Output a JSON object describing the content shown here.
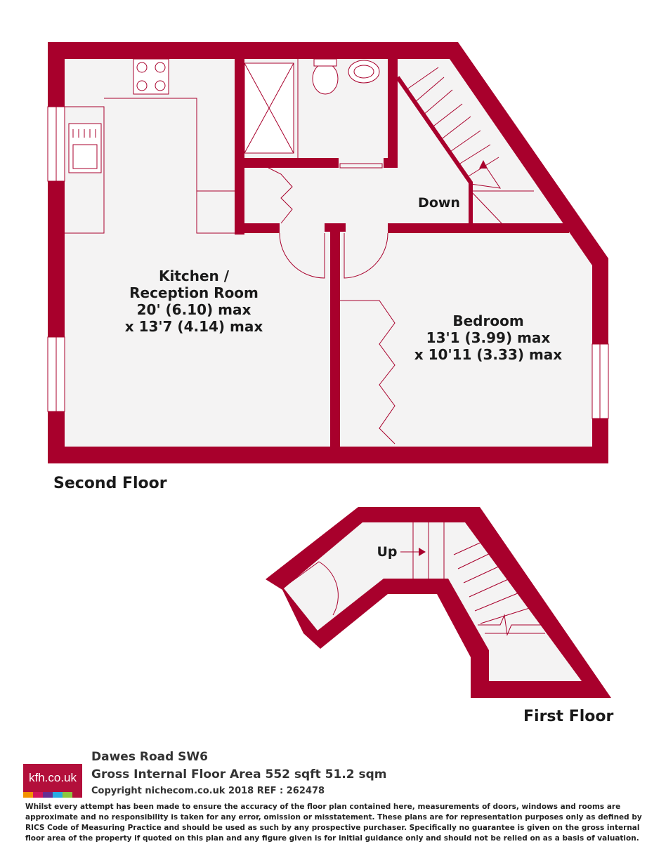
{
  "second_floor": {
    "title": "Second Floor",
    "kitchen": {
      "name_line1": "Kitchen /",
      "name_line2": "Reception Room",
      "dim1": "20' (6.10) max",
      "dim2": "x 13'7 (4.14) max"
    },
    "bedroom": {
      "name": "Bedroom",
      "dim1": "13'1 (3.99) max",
      "dim2": "x 10'11 (3.33) max"
    },
    "stairs_label": "Down"
  },
  "first_floor": {
    "title": "First Floor",
    "stairs_label": "Up"
  },
  "footer": {
    "logo_text": "kfh.co.uk",
    "logo_colors": [
      "#f39200",
      "#d4145a",
      "#662d91",
      "#29abe2",
      "#8cc63f",
      "#b30f3b"
    ],
    "address": "Dawes Road  SW6",
    "area": "Gross Internal Floor Area 552 sqft 51.2 sqm",
    "copyright": "Copyright nichecom.co.uk 2018 REF : 262478",
    "disclaimer": "Whilst every attempt has been made to ensure the accuracy of the floor plan contained here, measurements of doors, windows and rooms are approximate and no responsibility is taken for any error, omission or misstatement.  These plans are for representation purposes only as defined by RICS Code of Measuring Practice and should be used as such by any prospective purchaser.  Specifically no guarantee is given on the gross internal floor area of the property if quoted on this plan and any figure given is for initial guidance only and should not be relied on as a basis of valuation."
  },
  "colors": {
    "wall": "#a8002c",
    "floor": "#f4f3f3",
    "fixture": "#a8002c"
  }
}
